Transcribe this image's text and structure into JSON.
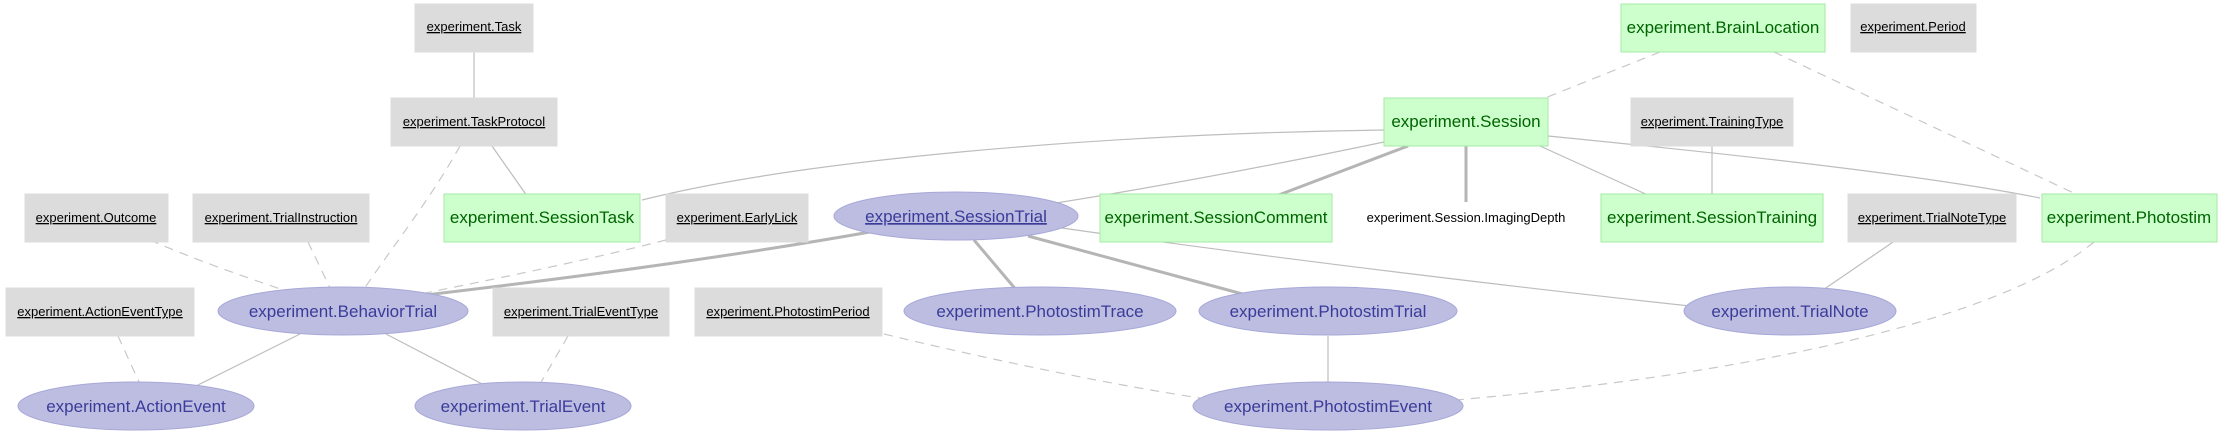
{
  "nodes": {
    "task": "experiment.Task",
    "brain_location": "experiment.BrainLocation",
    "period": "experiment.Period",
    "task_protocol": "experiment.TaskProtocol",
    "session": "experiment.Session",
    "training_type": "experiment.TrainingType",
    "outcome": "experiment.Outcome",
    "trial_instruction": "experiment.TrialInstruction",
    "session_task": "experiment.SessionTask",
    "early_lick": "experiment.EarlyLick",
    "session_trial": "experiment.SessionTrial",
    "session_comment": "experiment.SessionComment",
    "imaging_depth": "experiment.Session.ImagingDepth",
    "session_training": "experiment.SessionTraining",
    "trial_note_type": "experiment.TrialNoteType",
    "photostim": "experiment.Photostim",
    "action_event_type": "experiment.ActionEventType",
    "behavior_trial": "experiment.BehaviorTrial",
    "trial_event_type": "experiment.TrialEventType",
    "photostim_period": "experiment.PhotostimPeriod",
    "photostim_trace": "experiment.PhotostimTrace",
    "photostim_trial": "experiment.PhotostimTrial",
    "trial_note": "experiment.TrialNote",
    "action_event": "experiment.ActionEvent",
    "trial_event": "experiment.TrialEvent",
    "photostim_event": "experiment.PhotostimEvent"
  }
}
